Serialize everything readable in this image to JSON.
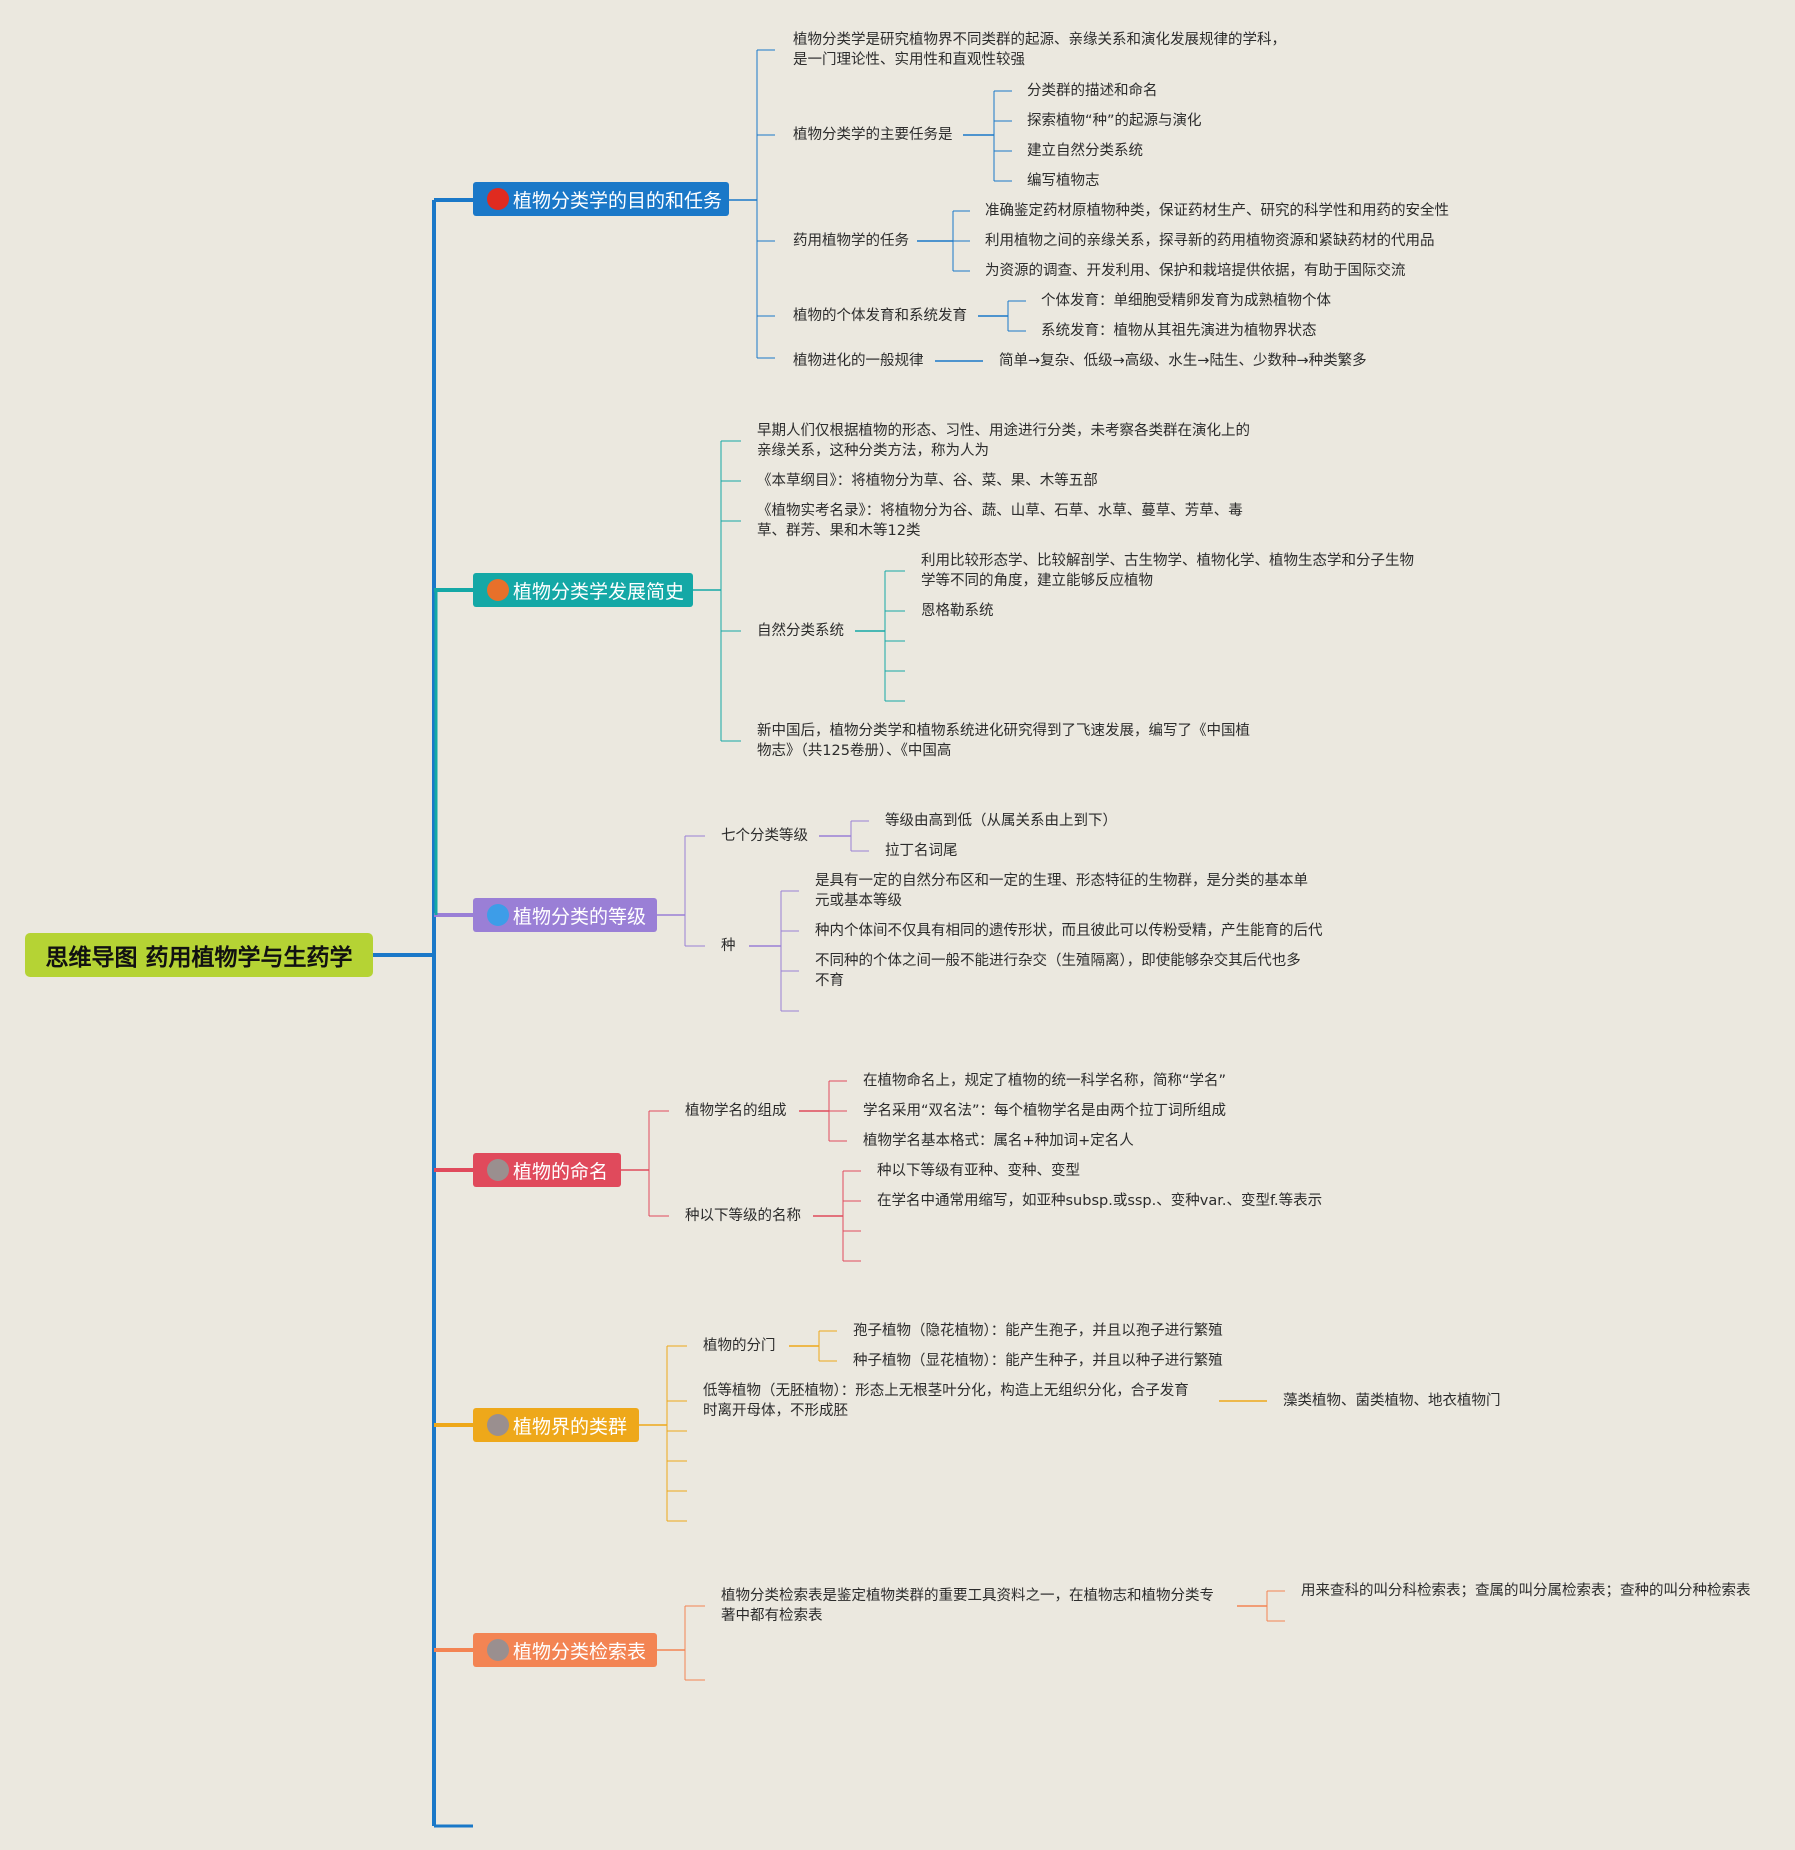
{
  "title": "思维导图 药用植物学与生药学",
  "colors": {
    "root": "#b5d334",
    "b1": "#1a78c8",
    "b2": "#14a8a6",
    "b3": "#9a7fd6",
    "b4": "#e04a5c",
    "b5": "#eea81a",
    "b6": "#f38453",
    "trunk": "#1a78c8"
  },
  "branches": [
    {
      "label": "植物分类学的目的和任务",
      "badge_icon": "circle-number-1",
      "badge_color": "#e02b20"
    },
    {
      "label": "植物分类学发展简史",
      "badge_icon": "circle-number-2",
      "badge_color": "#e8702a"
    },
    {
      "label": "植物分类的等级",
      "badge_icon": "circle-number-3",
      "badge_color": "#3d9de8"
    },
    {
      "label": "植物的命名",
      "badge_icon": "circle-number-4",
      "badge_color": "#9a8f8f"
    },
    {
      "label": "植物界的类群",
      "badge_icon": "circle-number-5",
      "badge_color": "#9a8f8f"
    },
    {
      "label": "植物分类检索表",
      "badge_icon": "circle-number-6",
      "badge_color": "#9a8f8f"
    }
  ],
  "b1": {
    "n1": "植物分类学是研究植物界不同类群的起源、亲缘关系和演化发展规律的学科，是一门理论性、实用性和直观性较强",
    "n2": "植物分类学的主要任务是",
    "n2_items": [
      "分类群的描述和命名",
      "探索植物“种”的起源与演化",
      "建立自然分类系统",
      "编写植物志"
    ],
    "n3": "药用植物学的任务",
    "n3_items": [
      "准确鉴定药材原植物种类，保证药材生产、研究的科学性和用药的安全性",
      "利用植物之间的亲缘关系，探寻新的药用植物资源和紧缺药材的代用品",
      "为资源的调查、开发利用、保护和栽培提供依据，有助于国际交流"
    ],
    "n4": "植物的个体发育和系统发育",
    "n4_items": [
      "个体发育：单细胞受精卵发育为成熟植物个体",
      "系统发育：植物从其祖先演进为植物界状态"
    ],
    "n5": "植物进化的一般规律",
    "n5_items": [
      "简单→复杂、低级→高级、水生→陆生、少数种→种类繁多"
    ]
  },
  "b2": {
    "n1": "早期人们仅根据植物的形态、习性、用途进行分类，未考察各类群在演化上的亲缘关系，这种分类方法，称为人为",
    "n2": "《本草纲目》：将植物分为草、谷、菜、果、木等五部",
    "n3": "《植物实考名录》：将植物分为谷、蔬、山草、石草、水草、蔓草、芳草、毒草、群芳、果和木等12类",
    "n4": "自然分类系统",
    "n4_items": [
      "利用比较形态学、比较解剖学、古生物学、植物化学、植物生态学和分子生物学等不同的角度，建立能够反应植物",
      "恩格勒系统"
    ],
    "n5": "新中国后，植物分类学和植物系统进化研究得到了飞速发展，编写了《中国植物志》（共125卷册）、《中国高"
  },
  "b3": {
    "n1": "七个分类等级",
    "n1_items": [
      "等级由高到低（从属关系由上到下）",
      "拉丁名词尾"
    ],
    "n2": "种",
    "n2_items": [
      "是具有一定的自然分布区和一定的生理、形态特征的生物群，是分类的基本单元或基本等级",
      "种内个体间不仅具有相同的遗传形状，而且彼此可以传粉受精，产生能育的后代",
      "不同种的个体之间一般不能进行杂交（生殖隔离），即使能够杂交其后代也多不育"
    ]
  },
  "b4": {
    "n1": "植物学名的组成",
    "n1_items": [
      "在植物命名上，规定了植物的统一科学名称，简称“学名”",
      "学名采用“双名法”：每个植物学名是由两个拉丁词所组成",
      "植物学名基本格式：属名+种加词+定名人"
    ],
    "n2": "种以下等级的名称",
    "n2_items": [
      "种以下等级有亚种、变种、变型",
      "在学名中通常用缩写，如亚种subsp.或ssp.、变种var.、变型f.等表示"
    ]
  },
  "b5": {
    "n1": "植物的分门",
    "n1_items": [
      "孢子植物（隐花植物）：能产生孢子，并且以孢子进行繁殖",
      "种子植物（显花植物）：能产生种子，并且以种子进行繁殖"
    ],
    "n2": "低等植物（无胚植物）：形态上无根茎叶分化，构造上无组织分化，合子发育时离开母体，不形成胚",
    "n2_items": [
      "藻类植物、菌类植物、地衣植物门"
    ]
  },
  "b6": {
    "n1": "植物分类检索表是鉴定植物类群的重要工具资料之一，在植物志和植物分类专著中都有检索表",
    "n1_items": [
      "用来查科的叫分科检索表；查属的叫分属检索表；查种的叫分种检索表"
    ]
  }
}
